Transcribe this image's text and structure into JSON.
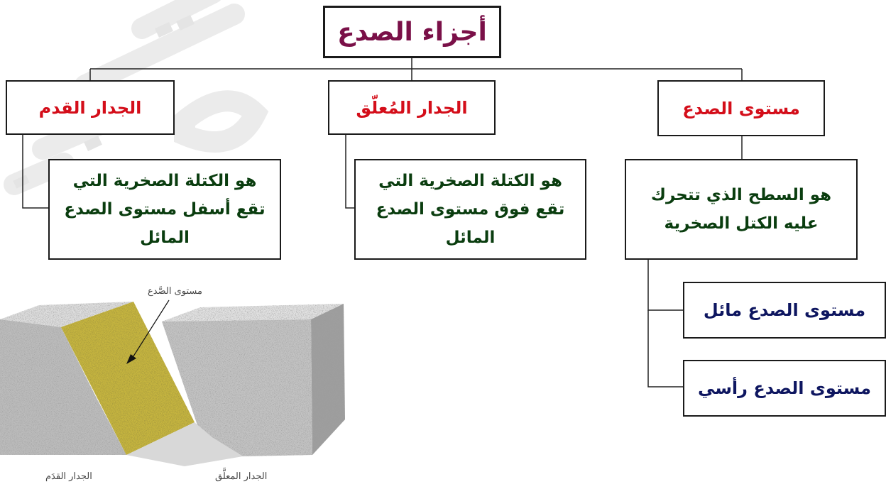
{
  "title": "أجزاء الصدع",
  "branches": {
    "fault_plane": {
      "label": "مستوى الصدع",
      "definition_line1": "هو السطح الذي تتحرك",
      "definition_line2": "عليه الكتل الصخرية",
      "types": [
        "مستوى الصدع مائل",
        "مستوى الصدع رأسي"
      ]
    },
    "hanging_wall": {
      "label": "الجدار المُعلّق",
      "definition_line1": "هو الكتلة الصخرية التي",
      "definition_line2": "تقع فوق مستوى الصدع",
      "definition_line3": "المائل"
    },
    "footwall": {
      "label": "الجدار القدم",
      "definition_line1": "هو الكتلة الصخرية التي",
      "definition_line2": "تقع أسفل مستوى الصدع",
      "definition_line3": "المائل"
    }
  },
  "illustration": {
    "fault_plane_label": "مستوى الصَّدع",
    "hanging_wall_label": "الجدار المعلَّق",
    "footwall_label": "الجدار القدَم"
  },
  "colors": {
    "title": "#7a1048",
    "branch_label": "#d40e1a",
    "definition": "#0a3d0f",
    "type_label": "#0e1660"
  }
}
